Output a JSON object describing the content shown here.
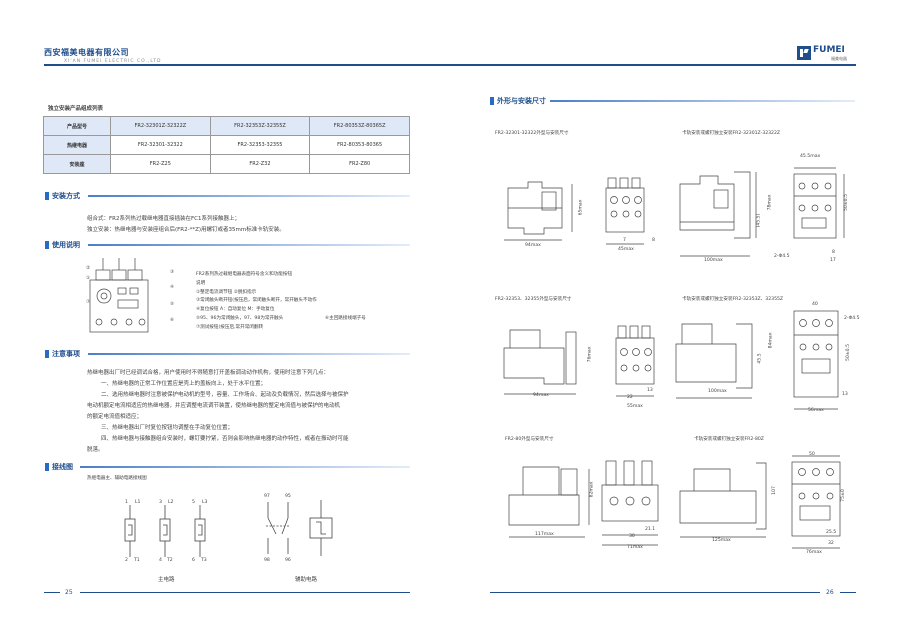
{
  "header": {
    "company_cn": "西安福美电器有限公司",
    "company_en": "XI'AN FUMEI ELECTRIC CO.,LTD",
    "logo_text": "FUMEI",
    "logo_sub": "福美电器"
  },
  "left": {
    "table_caption": "独立安装产品组成列表",
    "table": {
      "rows": [
        [
          "产品型号",
          "FR2-32301Z-32322Z",
          "FR2-32353Z-32355Z",
          "FR2-80353Z-80365Z"
        ],
        [
          "热继电器",
          "FR2-32301-32322",
          "FR2-32353-32355",
          "FR2-80353-80365"
        ],
        [
          "安装座",
          "FR2-Z25",
          "FR2-Z32",
          "FR2-Z80"
        ]
      ]
    },
    "install": {
      "title": "安装方式",
      "line1": "组合式：FR2系列热过载继电器直接插装在FC1系列接触器上；",
      "line2": "独立安装：热继电器与安装座组合后(FR2-**Z)用螺钉或者35mm标准卡轨安装。"
    },
    "usage": {
      "title": "使用说明",
      "callouts": [
        "②",
        "①",
        "③",
        "④",
        "⑦",
        "⑤",
        "⑥"
      ],
      "desc_title": "FR2系列热过载继电器表面符号含义和功能按钮",
      "desc_label": "说明",
      "items": [
        "①整定电流调节钮          ②脱扣指示",
        "③常闭触头断开钮(按压后，常闭触头断开，常开触头不动作",
        "④复位按钮 A：自动复位  M：手动复位",
        "⑤95、96为常闭触头，97、98为常开触头",
        "⑥主回路接线端子号",
        "⑦测试按钮(按压后,常开常闭翻转"
      ]
    },
    "notes": {
      "title": "注意事项",
      "lines": [
        "热继电器出厂时已经调试合格，用户使用时不得随意打开盖板调动动作机构，使用时注意下列几点：",
        "一、热继电器的正常工作位置应是壳上的盖板向上，处于水平位置；",
        "二、选用热继电器时注意被保护电动机的型号，容量、工作场合、起动及负载情况，然后选择与被保护",
        "电动机额定电流相适应的热继电器，并应调整电流调节装置，使热继电器的整定电流值与被保护的电动机",
        "的额定电流值相适应；",
        "三、热继电器出厂时复位按钮均调整在手动复位位置；",
        "四、热继电器与接触器组合安装时，螺钉要拧紧，否则会影响热继电器的动作特性，或者在振动时可能",
        "脱落。"
      ]
    },
    "wiring": {
      "title": "接线图",
      "subtitle": "热继电器主、辅助电路接线图",
      "main_top": [
        "1",
        "L1",
        "3",
        "L2",
        "5",
        "L3"
      ],
      "main_bottom": [
        "2",
        "T1",
        "4",
        "T2",
        "6",
        "T3"
      ],
      "aux_top": [
        "97",
        "95"
      ],
      "aux_bottom": [
        "98",
        "96"
      ],
      "main_label": "主电路",
      "aux_label": "辅助电路"
    },
    "page_number": "25"
  },
  "right": {
    "title": "外形与安装尺寸",
    "row1": {
      "left_title": "FR2-32301-32322外型与安装尺寸",
      "right_title": "卡轨安装或螺钉独立安装FR2-32301Z-32322Z",
      "dims": [
        "94max",
        "65max",
        "45max",
        "7",
        "8",
        "100max",
        "(45.5)",
        "78max",
        "45.5max",
        "50±0.5",
        "2-Φ4.5",
        "8",
        "17"
      ]
    },
    "row2": {
      "left_title": "FR2-32353、32355外型与安装尺寸",
      "right_title": "卡轨安装或螺钉独立安装FR2-32353Z、32355Z",
      "dims": [
        "94max",
        "76max",
        "55max",
        "22",
        "13",
        "100max",
        "45.5",
        "84max",
        "40",
        "2-Φ4.5",
        "50±0.5",
        "13",
        "56max"
      ]
    },
    "row3": {
      "left_title": "FR2-80外型与安装尺寸",
      "right_title": "卡轨安装或螺钉独立安装FR2-80Z",
      "dims": [
        "117max",
        "82max",
        "30",
        "21.1",
        "71max",
        "125max",
        "107",
        "50",
        "75±0",
        "25.5",
        "32",
        "76max"
      ]
    },
    "page_number": "26"
  },
  "colors": {
    "accent": "#1f4e8c",
    "table_header": "#dfe8f6"
  }
}
